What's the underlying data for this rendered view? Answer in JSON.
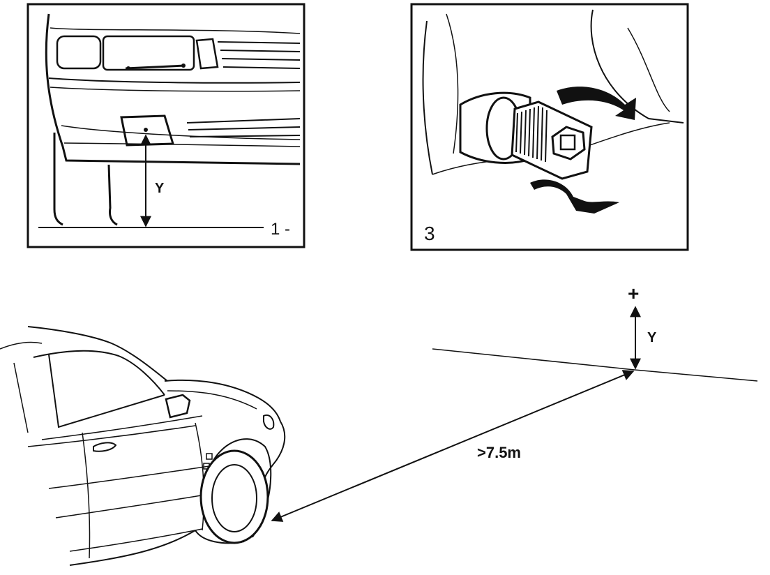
{
  "panel1": {
    "number_label": "1 -",
    "height_label": "Y"
  },
  "panel3": {
    "number_label": "3"
  },
  "main": {
    "height_label": "Y",
    "target_mark": "+",
    "distance_label": ">7.5m"
  },
  "colors": {
    "ink": "#111111",
    "paper": "#ffffff"
  }
}
